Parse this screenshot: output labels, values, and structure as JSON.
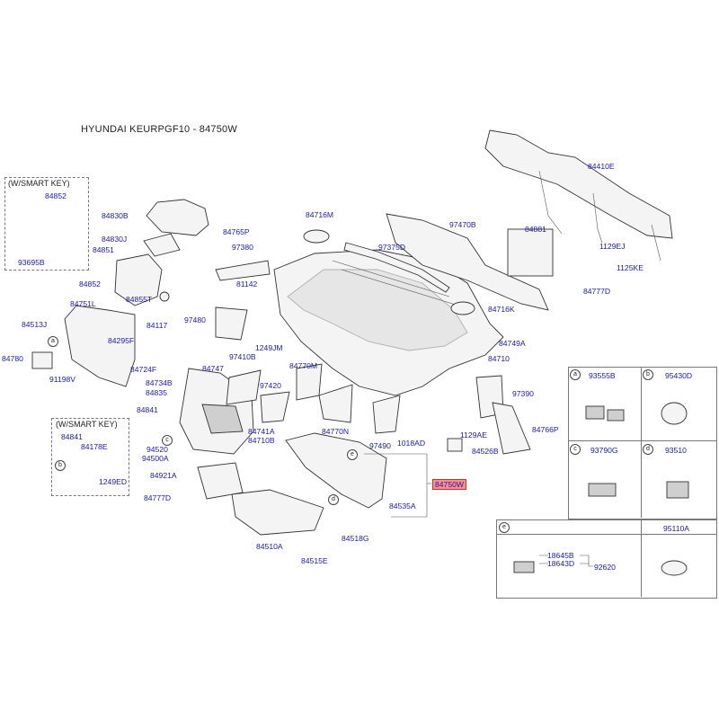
{
  "title": "HYUNDAI KEURPGF10 - 84750W",
  "smart_key_box_1": {
    "title": "(W/SMART KEY)",
    "parts": [
      "84852",
      "93695B"
    ]
  },
  "smart_key_box_2": {
    "title": "(W/SMART KEY)",
    "parts": [
      "84841",
      "84178E",
      "1249ED"
    ],
    "marker": "b"
  },
  "callout_markers": [
    "a",
    "b",
    "c",
    "d",
    "e"
  ],
  "parts": [
    "84830B",
    "84765P",
    "84830J",
    "84851",
    "97380",
    "84852",
    "81142",
    "84855T",
    "84751L",
    "84117",
    "84513J",
    "84295F",
    "97480",
    "84780",
    "91198V",
    "84724F",
    "84734B",
    "84835",
    "84747",
    "97410B",
    "1249JM",
    "84770M",
    "97420",
    "84841",
    "84741A",
    "84710B",
    "94520",
    "94500A",
    "84921A",
    "84777D",
    "84510A",
    "84518G",
    "84515E",
    "84770N",
    "97490",
    "1018AD",
    "84535A",
    "84750W",
    "84716M",
    "97375D",
    "97470B",
    "84881",
    "84410E",
    "1129EJ",
    "1125KE",
    "84777D",
    "84716K",
    "84749A",
    "84710",
    "97390",
    "1129AE",
    "84526B",
    "84766P"
  ],
  "highlight_part": "84750W",
  "legend": {
    "cells": [
      {
        "marker": "a",
        "code": "93555B"
      },
      {
        "marker": "b",
        "code": "95430D"
      },
      {
        "marker": "c",
        "code": "93790G"
      },
      {
        "marker": "d",
        "code": "93510"
      },
      {
        "marker": "e",
        "code": "",
        "subparts": [
          "18645B",
          "18643D",
          "92620"
        ]
      },
      {
        "marker": "",
        "code": "95110A"
      }
    ]
  },
  "colors": {
    "label": "#1a1aa8",
    "highlight_bg": "#ff8c8c",
    "line": "#333333"
  }
}
